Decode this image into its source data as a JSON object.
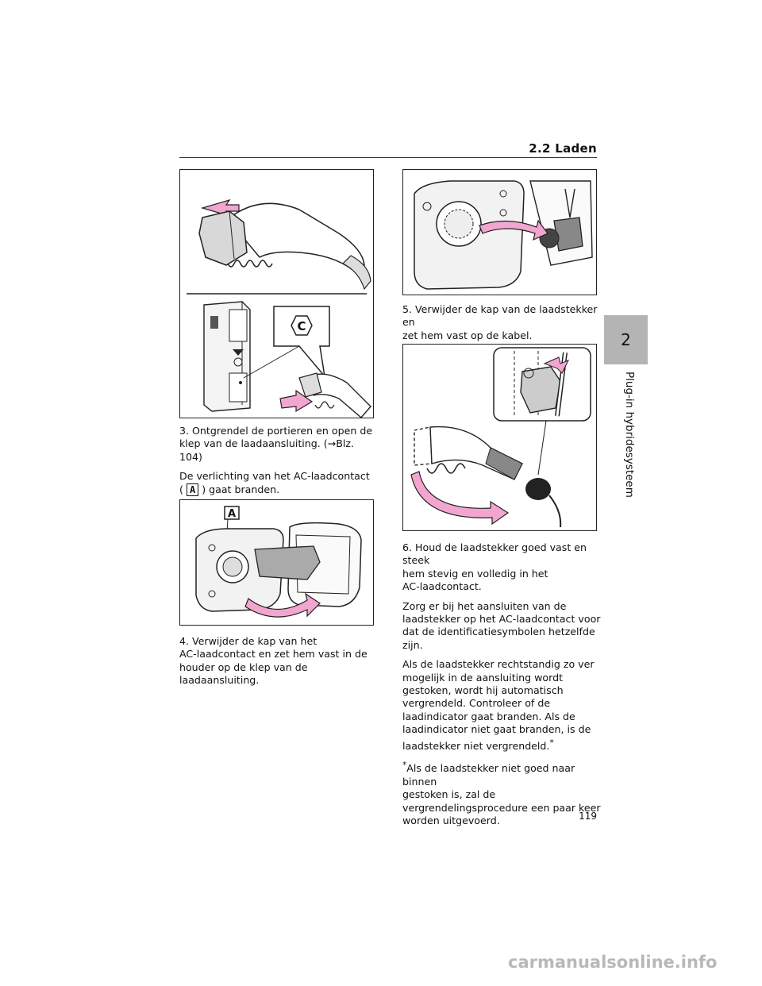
{
  "header": {
    "title": "2.2  Laden"
  },
  "side_tab": {
    "number": "2",
    "label": "Plug-in hybridesysteem"
  },
  "figures": {
    "fig1": {
      "callout": "C"
    },
    "fig3": {
      "callout": "A"
    }
  },
  "left_column": {
    "step3_line1": "3. Ontgrendel de portieren en open de",
    "step3_line2": "klep van de laadaansluiting. (→Blz. 104)",
    "note_line1": "De verlichting van het AC-laadcontact",
    "note_line2_open": "(",
    "note_letter": "A",
    "note_line2_close": ") gaat branden.",
    "step4_line1": "4. Verwijder de kap van het",
    "step4_line2": "AC-laadcontact en zet hem vast in de",
    "step4_line3": "houder op de klep van de laadaansluiting."
  },
  "right_column": {
    "step5_line1": "5. Verwijder de kap van de laadstekker en",
    "step5_line2": "zet hem vast op de kabel.",
    "step6_line1": "6. Houd de laadstekker goed vast en steek",
    "step6_line2": "hem stevig en volledig in het",
    "step6_line3": "AC-laadcontact.",
    "p1_line1": "Zorg er bij het aansluiten van de",
    "p1_line2": "laadstekker op het AC-laadcontact voor",
    "p1_line3": "dat de identificatiesymbolen hetzelfde",
    "p1_line4": "zijn.",
    "p2_line1": "Als de laadstekker rechtstandig zo ver",
    "p2_line2": "mogelijk in de aansluiting wordt",
    "p2_line3": "gestoken, wordt hij automatisch",
    "p2_line4": "vergrendeld. Controleer of de",
    "p2_line5": "laadindicator gaat branden. Als de",
    "p2_line6": "laadindicator niet gaat branden, is de",
    "p2_line7": "laadstekker niet vergrendeld.",
    "p2_star": "*",
    "fn_star": "*",
    "fn_line1": "Als de laadstekker niet goed naar binnen",
    "fn_line2": "gestoken is, zal de",
    "fn_line3": "vergrendelingsprocedure een paar keer",
    "fn_line4": "worden uitgevoerd."
  },
  "page_number": "119",
  "watermark": "carmanualsonline.info",
  "colors": {
    "arrow": "#f2a6cf",
    "tab": "#b4b4b4"
  }
}
